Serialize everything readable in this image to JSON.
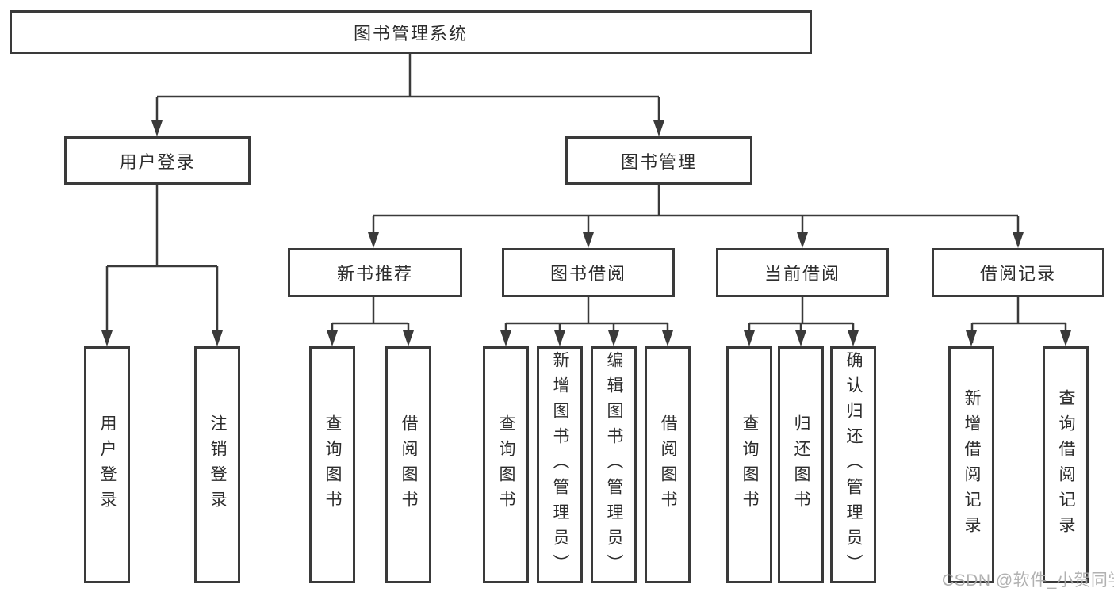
{
  "tree": {
    "root": {
      "label": "图书管理系统",
      "children": [
        {
          "label": "用户登录",
          "children": [
            {
              "label": "用户登录"
            },
            {
              "label": "注销登录"
            }
          ]
        },
        {
          "label": "图书管理",
          "children": [
            {
              "label": "新书推荐",
              "children": [
                {
                  "label": "查询图书"
                },
                {
                  "label": "借阅图书"
                }
              ]
            },
            {
              "label": "图书借阅",
              "children": [
                {
                  "label": "查询图书"
                },
                {
                  "label": "新增图书（管理员）"
                },
                {
                  "label": "编辑图书（管理员）"
                },
                {
                  "label": "借阅图书"
                }
              ]
            },
            {
              "label": "当前借阅",
              "children": [
                {
                  "label": "查询图书"
                },
                {
                  "label": "归还图书"
                },
                {
                  "label": "确认归还（管理员）"
                }
              ]
            },
            {
              "label": "借阅记录",
              "children": [
                {
                  "label": "新增借阅记录"
                },
                {
                  "label": "查询借阅记录"
                }
              ]
            }
          ]
        }
      ]
    }
  },
  "watermark": "CSDN @软件_小贺同学",
  "colors": {
    "line": "#3a3a3a",
    "text": "#2d2d2d",
    "box_background": "#ffffff",
    "watermark": "#a9a9a9",
    "page_background": "#ffffff"
  }
}
